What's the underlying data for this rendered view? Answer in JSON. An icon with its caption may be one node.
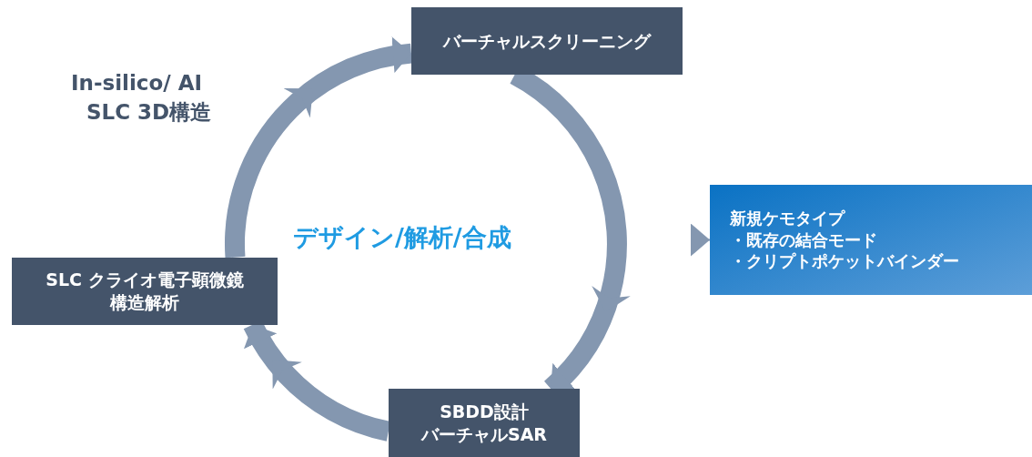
{
  "diagram": {
    "nodes": [
      {
        "text": [
          "バーチャルスクリーニング"
        ]
      },
      {
        "text": [
          "SBDD設計",
          "バーチャルSAR"
        ]
      },
      {
        "text": [
          "SLC クライオ電子顕微鏡",
          "構造解析"
        ]
      },
      {
        "text": [
          "新規ケモタイプ",
          "・既存の結合モード",
          "・クリプトポケットバインダー"
        ]
      }
    ],
    "edges": [
      {
        "from": 0,
        "to": 1,
        "arrow": "to"
      },
      {
        "from": 1,
        "to": 2,
        "arrow": "to"
      },
      {
        "from": 2,
        "to": 0,
        "arrow": "to"
      },
      {
        "from": null,
        "to": 3,
        "arrow": "to"
      }
    ],
    "labels": [
      "In-silico/ AI",
      "SLC 3D構造",
      "デザイン/解析/合成"
    ]
  }
}
